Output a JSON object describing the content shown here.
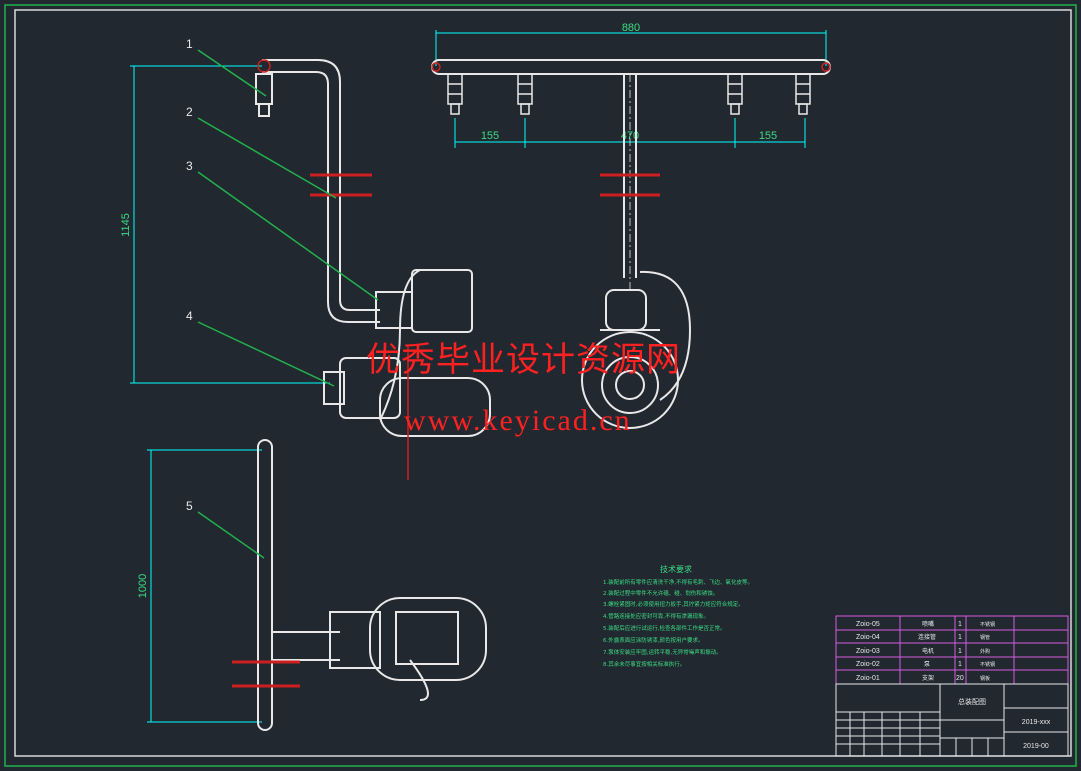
{
  "colors": {
    "background": "#212830",
    "frame": "#22b14c",
    "line": "#e8e8e8",
    "leader": "#22b14c",
    "dimension": "#00ffff",
    "dimtext": "#3ddc84",
    "flange": "#cc2020",
    "titleblock": "#d65be0",
    "watermark": "#ff2020"
  },
  "dimensions": {
    "top_length": "880",
    "left_spacing": "155",
    "middle_spacing": "470",
    "right_spacing": "155",
    "height_upper": "1145",
    "height_lower": "1000"
  },
  "balloons": [
    "1",
    "2",
    "3",
    "4",
    "5"
  ],
  "notes": {
    "title": "技术要求",
    "lines": [
      "1.装配前所有零件应清洗干净,不得有毛刺、飞边、氧化皮等。",
      "2.装配过程中零件不允许磕、碰、划伤和锈蚀。",
      "3.螺栓紧固时,必须使用扭力扳手,其拧紧力矩应符合规定。",
      "4.管路连接处应密封可靠,不得有渗漏现象。",
      "5.装配后应进行试运行,检查各部件工作是否正常。",
      "6.外露表面应涂防锈漆,颜色按用户要求。",
      "7.泵体安装应牢固,运转平稳,无异常噪声和振动。",
      "8.其余未尽事宜按相关标准执行。"
    ]
  },
  "parts": [
    {
      "code": "Zoio-05",
      "name": "喷嘴",
      "qty": "1",
      "note": "不锈钢"
    },
    {
      "code": "Zoio-04",
      "name": "连接管",
      "qty": "1",
      "note": "钢管"
    },
    {
      "code": "Zoio-03",
      "name": "电机",
      "qty": "1",
      "note": "外购"
    },
    {
      "code": "Zoio-02",
      "name": "泵",
      "qty": "1",
      "note": "不锈钢"
    },
    {
      "code": "Zoio-01",
      "name": "支架",
      "qty": "20",
      "note": "钢板"
    }
  ],
  "titleblock": {
    "drawing_name": "总装配图",
    "number": "2019-xxx",
    "sheet": "2019-00"
  },
  "watermark": {
    "line1": "优秀毕业设计资源网",
    "line2": "www.keyicad.cn"
  }
}
